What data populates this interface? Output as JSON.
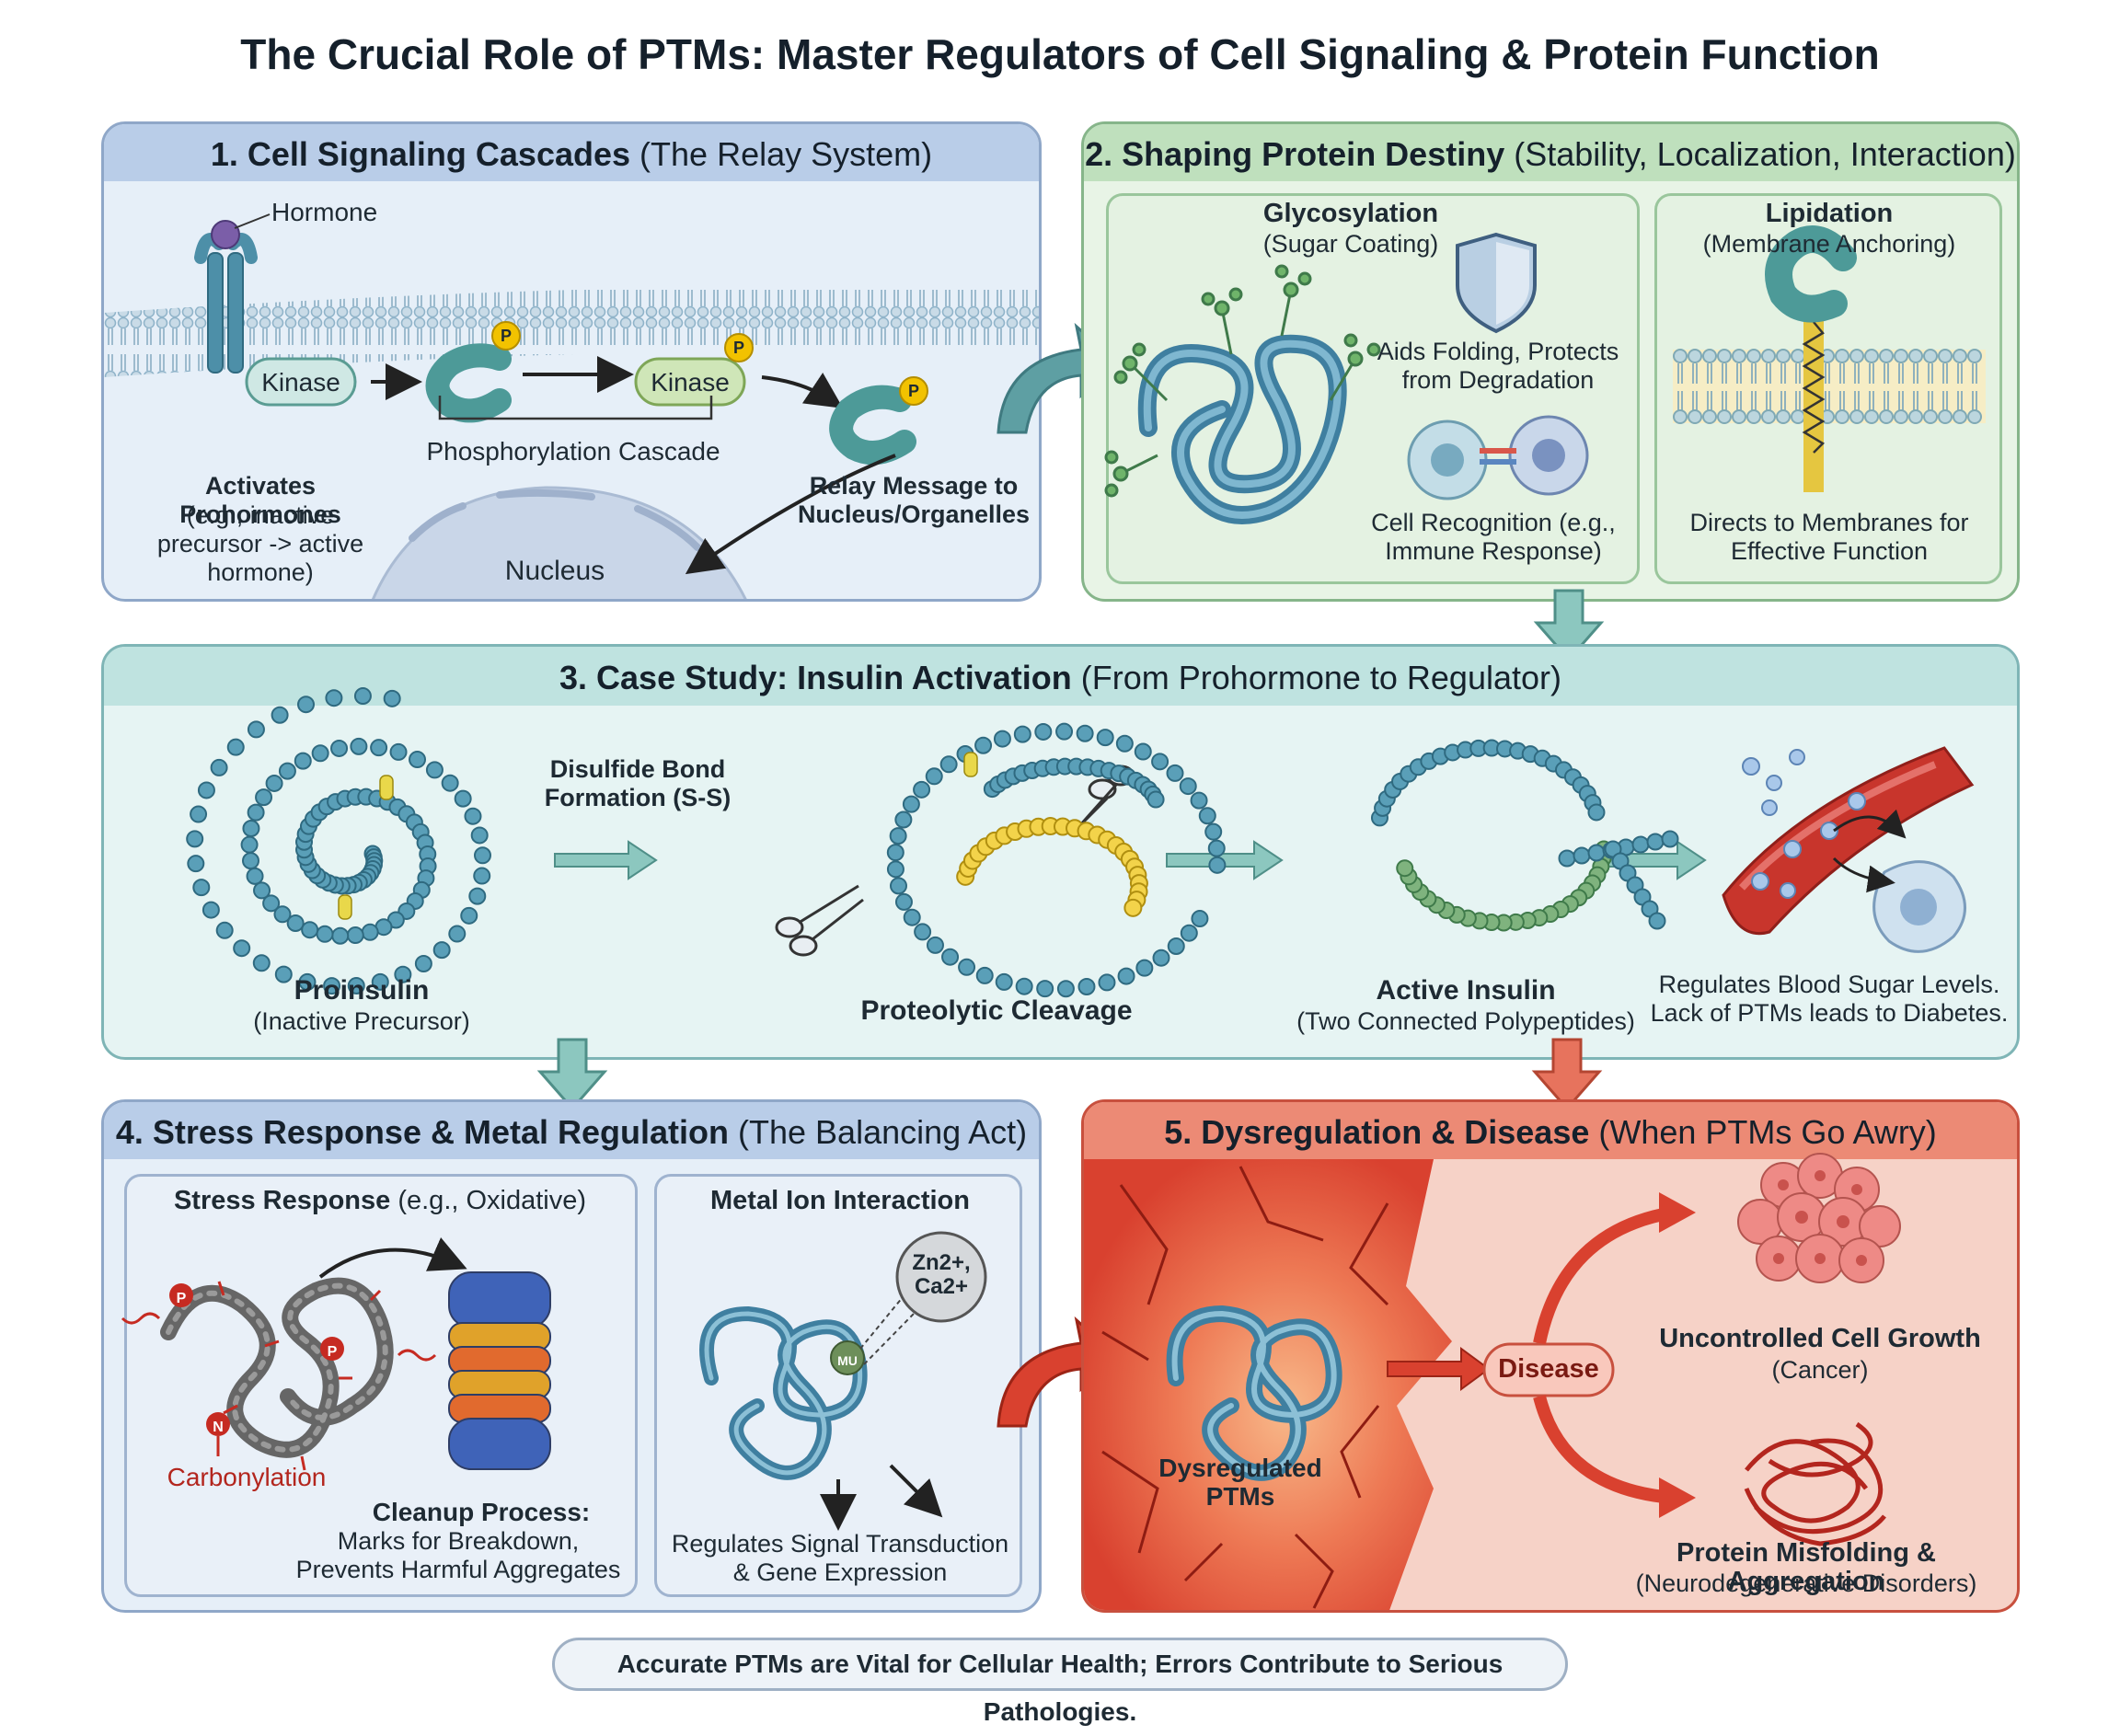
{
  "title": "The Crucial Role of PTMs: Master Regulators of Cell Signaling & Protein Function",
  "panel1": {
    "heading_bold": "1. Cell Signaling Cascades",
    "heading_rest": "(The Relay System)",
    "hormone": "Hormone",
    "kinase1": "Kinase",
    "kinase2": "Kinase",
    "p_mark": "P",
    "cascade": "Phosphorylation Cascade",
    "prohormones_title": "Activates Prohormones",
    "prohormones_desc": "(e.g., inactive precursor -> active hormone)",
    "relay": "Relay Message to Nucleus/Organelles",
    "nucleus": "Nucleus"
  },
  "panel2": {
    "heading_bold": "2. Shaping Protein Destiny",
    "heading_rest": "(Stability, Localization, Interaction)",
    "glyco_title": "Glycosylation",
    "glyco_sub": "(Sugar Coating)",
    "glyco_protect": "Aids Folding, Protects from Degradation",
    "glyco_recog": "Cell Recognition (e.g., Immune Response)",
    "lipid_title": "Lipidation",
    "lipid_sub": "(Membrane Anchoring)",
    "lipid_desc": "Directs to Membranes for Effective Function"
  },
  "panel3": {
    "heading_bold": "3. Case Study: Insulin Activation",
    "heading_rest": "(From Prohormone to Regulator)",
    "disulfide": "Disulfide Bond Formation (S-S)",
    "proinsulin": "Proinsulin",
    "proinsulin_sub": "(Inactive Precursor)",
    "cleavage": "Proteolytic Cleavage",
    "active": "Active Insulin",
    "active_sub": "(Two Connected Polypeptides)",
    "blood": "Regulates Blood Sugar Levels. Lack of PTMs leads to Diabetes."
  },
  "panel4": {
    "heading_bold": "4. Stress Response & Metal Regulation",
    "heading_rest": "(The Balancing Act)",
    "stress_title": "Stress Response",
    "stress_rest": "(e.g., Oxidative)",
    "carbonylation": "Carbonylation",
    "p_mark": "P",
    "n_mark": "N",
    "cleanup_title": "Cleanup Process:",
    "cleanup_desc": "Marks for Breakdown, Prevents Harmful Aggregates",
    "metal_title": "Metal Ion Interaction",
    "ions": "Zn2+, Ca2+",
    "mu": "MU",
    "metal_desc": "Regulates Signal Transduction & Gene Expression"
  },
  "panel5": {
    "heading_bold": "5. Dysregulation & Disease",
    "heading_rest": "(When PTMs Go Awry)",
    "dysregulated": "Dysregulated PTMs",
    "disease": "Disease",
    "cancer_title": "Uncontrolled Cell Growth",
    "cancer_sub": "(Cancer)",
    "misfold_title": "Protein Misfolding & Aggregation",
    "misfold_sub": "(Neurodegenerative Disorders)"
  },
  "footer": "Accurate PTMs are Vital for Cellular Health; Errors Contribute to Serious Pathologies.",
  "colors": {
    "blue_panel": "#e6eff8",
    "green_panel": "#e8f4e6",
    "teal_panel": "#e6f4f3",
    "red_panel": "#f6d2c7",
    "protein": "#4d8fa8",
    "phospho": "#f2c200",
    "danger": "#d9412f"
  }
}
